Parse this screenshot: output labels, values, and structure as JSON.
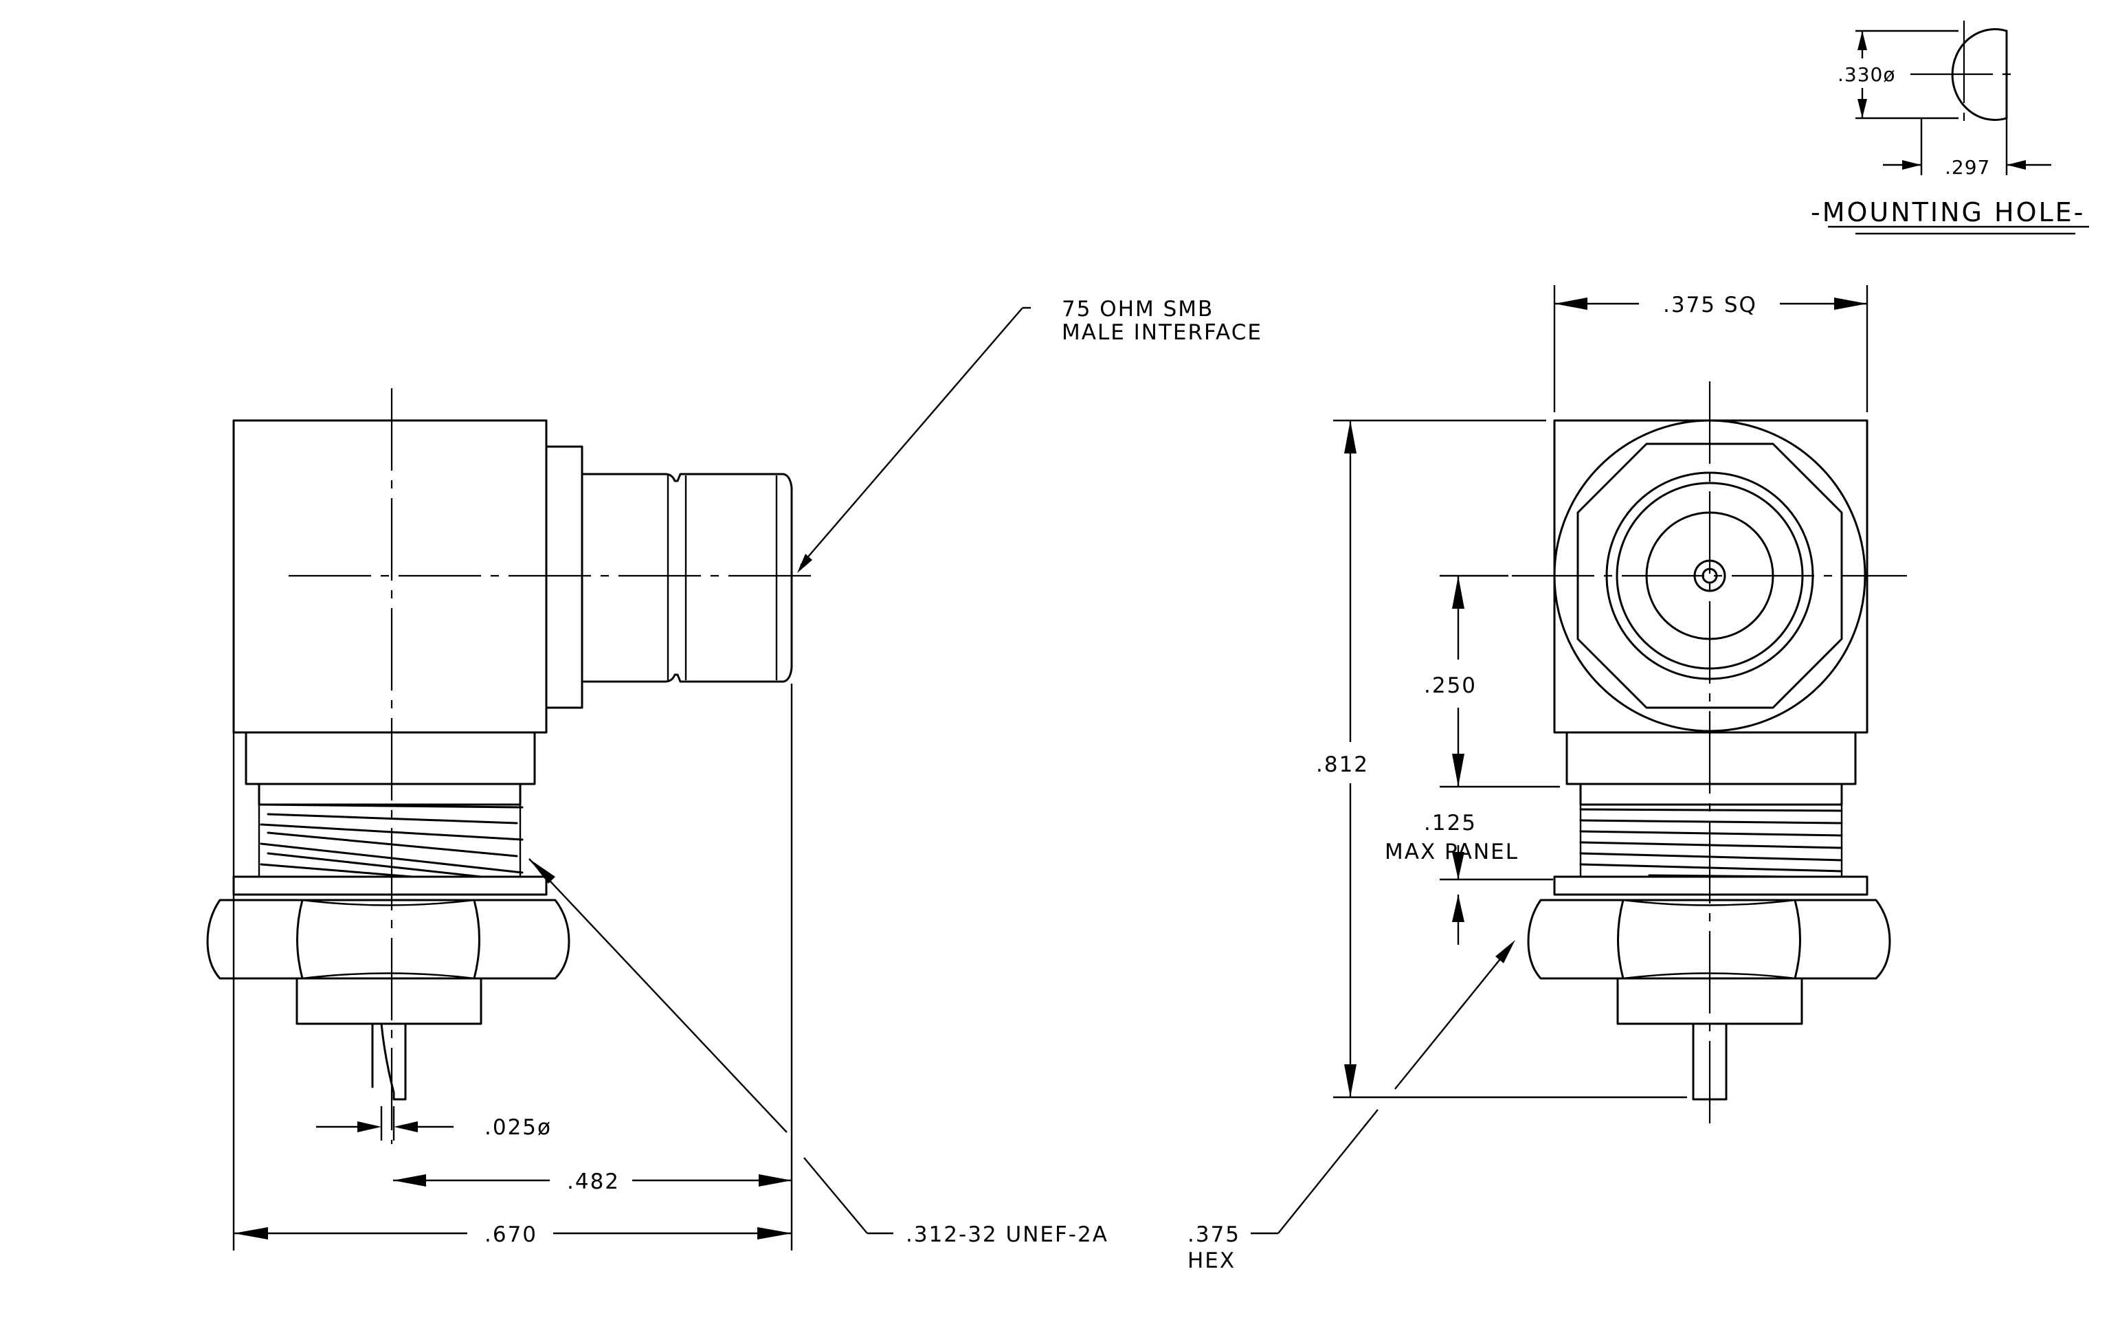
{
  "labels": {
    "interface_line1": "75 OHM SMB",
    "interface_line2": "MALE INTERFACE",
    "pin_dia": ".025ø",
    "dim_482": ".482",
    "dim_670": ".670",
    "thread": ".312-32 UNEF-2A",
    "sq": ".375 SQ",
    "dim_812": ".812",
    "dim_250": ".250",
    "panel_val": ".125",
    "panel_txt": "MAX PANEL",
    "hex_val": ".375",
    "hex_txt": "HEX",
    "hole_dia": ".330ø",
    "hole_flat": ".297",
    "mounting_hole": "-MOUNTING HOLE-"
  },
  "colors": {
    "line": "#000000",
    "background": "#ffffff"
  }
}
